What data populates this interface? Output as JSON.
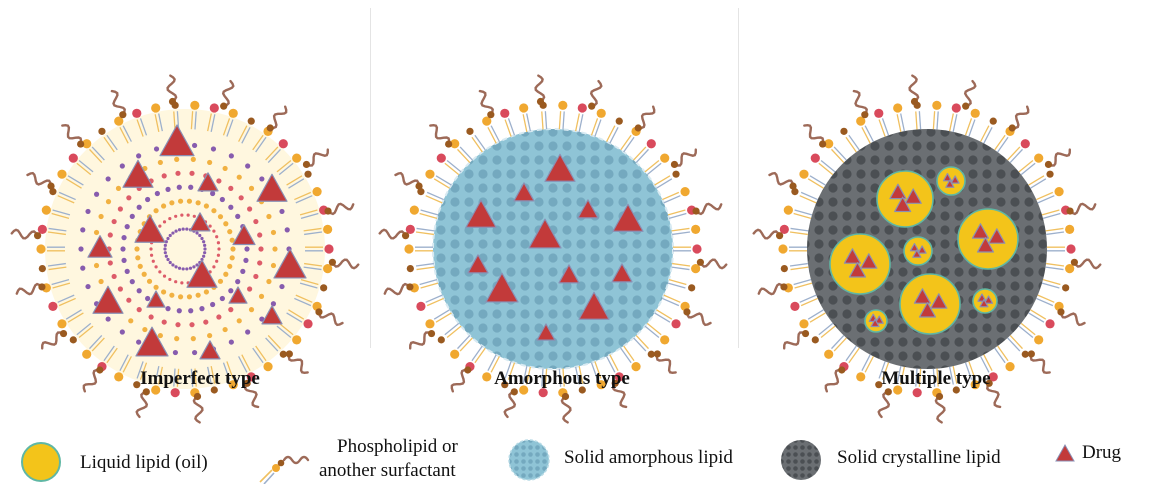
{
  "panels": [
    {
      "title": "Imperfect type",
      "core": "imperfect"
    },
    {
      "title": "Amorphous type",
      "core": "amorphous"
    },
    {
      "title": "Multiple type",
      "core": "multiple"
    }
  ],
  "legend": {
    "liquid_lipid": "Liquid lipid (oil)",
    "surfactant_line1": "Phospholipid or",
    "surfactant_line2": "another surfactant",
    "solid_amorphous": "Solid amorphous lipid",
    "solid_crystalline": "Solid crystalline lipid",
    "drug": "Drug"
  },
  "colors": {
    "liquid_lipid": "#f3c41a",
    "liquid_lipid_border": "#5fb7a4",
    "amorphous": "#8fc4d6",
    "crystalline": "#5f6368",
    "drug": "#c23a3a",
    "head_orange": "#f0a830",
    "head_red": "#d94a5c",
    "head_brown": "#9a5a20",
    "tail": "#9d6a58",
    "imperfect_fill": "#fff7df"
  },
  "icons": [
    "liquid-lipid-icon",
    "surfactant-icon",
    "solid-amorphous-icon",
    "solid-crystalline-icon",
    "drug-icon"
  ]
}
